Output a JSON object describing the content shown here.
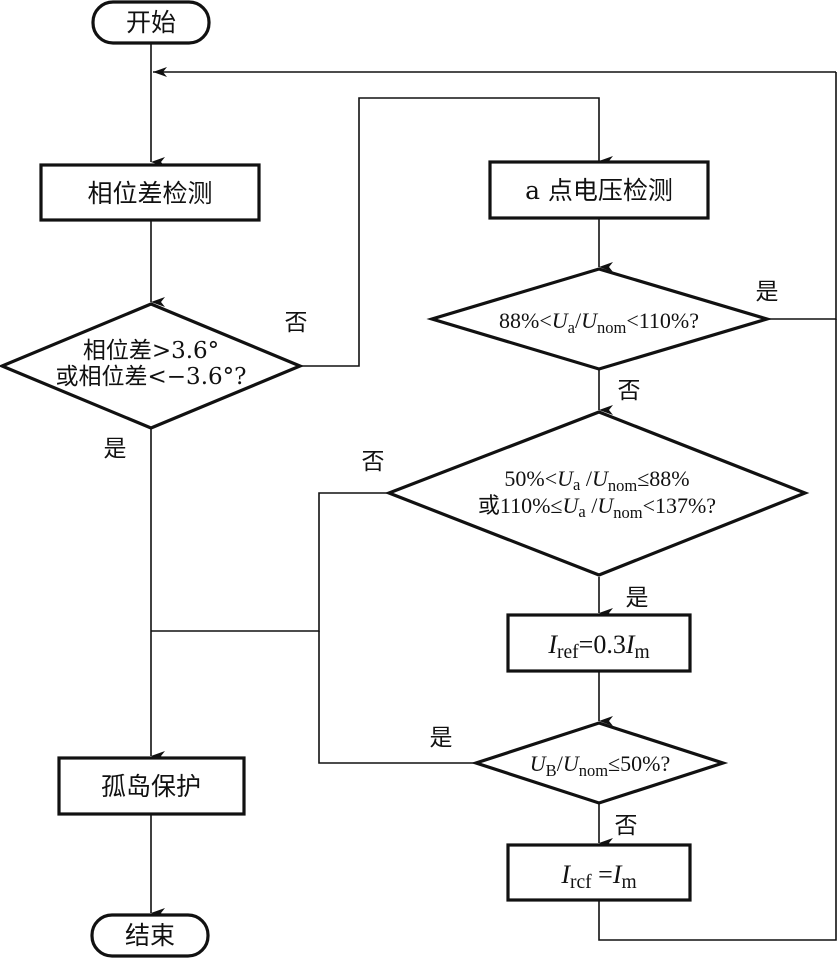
{
  "nodes": {
    "start": {
      "label": "开始"
    },
    "phase_detect": {
      "label": "相位差检测"
    },
    "phase_decision": {
      "line1": "相位差>3.6°",
      "line2": "或相位差<−3.6°?"
    },
    "voltage_detect": {
      "label": "a 点电压检测"
    },
    "voltage_decision1": {
      "pre": "88%<",
      "U": "U",
      "a": "a",
      "slash": "/",
      "U2": "U",
      "nom": "nom",
      "post": "<110%?"
    },
    "voltage_decision2": {
      "line1": {
        "pre": "50%<",
        "U": "U",
        "a": "a",
        "slash": " /",
        "U2": "U",
        "nom": "nom",
        "post": "≤88%"
      },
      "line2": {
        "pre": "或110%≤",
        "U": "U",
        "a": "a",
        "slash": " /",
        "U2": "U",
        "nom": "nom",
        "post": "<137%?"
      }
    },
    "iref_reduced": {
      "I": "I",
      "sub": "ref",
      "eq": "=0.3",
      "I2": "I",
      "sub2": "m"
    },
    "ub_decision": {
      "U": "U",
      "B": "B",
      "slash": "/",
      "U2": "U",
      "nom": "nom",
      "post": "≤50%?"
    },
    "iref_full": {
      "I": "I",
      "sub": "rcf",
      "eq": " =",
      "I2": "I",
      "sub2": "m"
    },
    "island_protect": {
      "label": "孤岛保护"
    },
    "end": {
      "label": "结束"
    }
  },
  "edge_labels": {
    "phase_no": "否",
    "phase_yes": "是",
    "v1_yes": "是",
    "v1_no": "否",
    "v2_no": "否",
    "v2_yes": "是",
    "ub_yes": "是",
    "ub_no": "否"
  }
}
